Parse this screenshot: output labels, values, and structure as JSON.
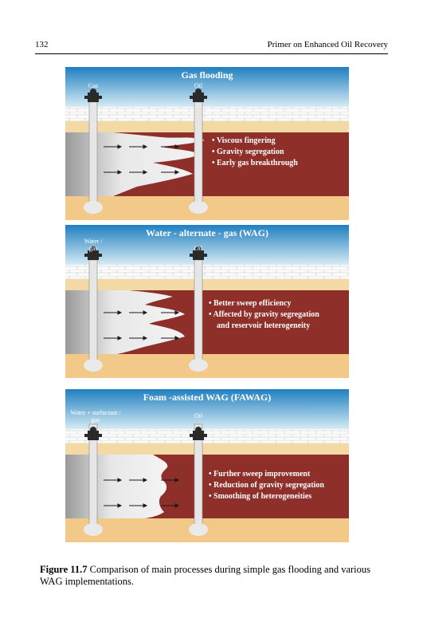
{
  "header": {
    "page_number": "132",
    "book_title": "Primer on Enhanced Oil Recovery"
  },
  "panels": [
    {
      "title": "Gas flooding",
      "inj_label_1": "Gas",
      "inj_label_2": "",
      "prod_label": "Oil",
      "bullets": [
        "• Viscous fingering",
        "• Gravity segregation",
        "• Early gas breakthrough"
      ]
    },
    {
      "title": "Water - alternate - gas (WAG)",
      "inj_label_1": "Water /",
      "inj_label_2": "gas",
      "prod_label": "Oil",
      "bullets": [
        "• Better sweep efficiency",
        "• Affected by gravity segregation",
        "and reservoir heterogeneity"
      ]
    },
    {
      "title": "Foam -assisted WAG (FAWAG)",
      "inj_label_1": "Water + surfactant /",
      "inj_label_2": "gas",
      "prod_label": "Oil",
      "bullets": [
        "• Further sweep improvement",
        "• Reduction of gravity segregation",
        "• Smoothing of heterogeneities"
      ]
    }
  ],
  "caption": {
    "label": "Figure 11.7",
    "text": " Comparison of main processes during simple gas flooding and various WAG implementations."
  },
  "colors": {
    "sky_top": "#1f7fc0",
    "sky_bottom": "#cfe6f2",
    "brick": "#ffffff",
    "sand": "#f3c98a",
    "reservoir": "#8e2f2a",
    "front": "#d9d9d9"
  }
}
